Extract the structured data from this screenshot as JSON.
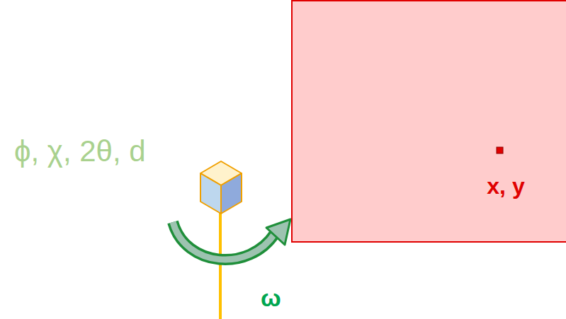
{
  "diagram": {
    "nodes": [
      {
        "text": [
          "x, y"
        ]
      }
    ],
    "labels": [
      "ϕ, χ, 2θ, d",
      "ω"
    ]
  }
}
